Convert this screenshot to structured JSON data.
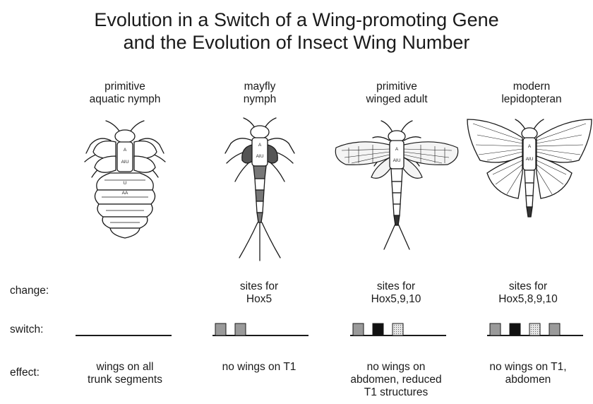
{
  "title_line1": "Evolution in a Switch of a Wing-promoting Gene",
  "title_line2": "and the Evolution of Insect Wing Number",
  "columns": [
    {
      "label_line1": "primitive",
      "label_line2": "aquatic nymph",
      "change_line1": "",
      "change_line2": "",
      "effect_line1": "wings on all",
      "effect_line2": "trunk segments",
      "effect_line3": "",
      "boxes": []
    },
    {
      "label_line1": "mayfly",
      "label_line2": "nymph",
      "change_line1": "sites for",
      "change_line2": "Hox5",
      "effect_line1": "no wings on T1",
      "effect_line2": "",
      "effect_line3": "",
      "boxes": [
        "gray",
        "gray"
      ]
    },
    {
      "label_line1": "primitive",
      "label_line2": "winged adult",
      "change_line1": "sites for",
      "change_line2": "Hox5,9,10",
      "effect_line1": "no wings on",
      "effect_line2": "abdomen, reduced",
      "effect_line3": "T1 structures",
      "boxes": [
        "gray",
        "black",
        "dotted"
      ]
    },
    {
      "label_line1": "modern",
      "label_line2": "lepidopteran",
      "change_line1": "sites for",
      "change_line2": "Hox5,8,9,10",
      "effect_line1": "no wings on T1,",
      "effect_line2": "abdomen",
      "effect_line3": "",
      "boxes": [
        "gray",
        "black",
        "dotted",
        "gray"
      ]
    }
  ],
  "row_labels": {
    "change": "change:",
    "switch": "switch:",
    "effect": "effect:"
  },
  "segment_labels": {
    "thorax_1": "A",
    "thorax_2": "AIU",
    "abd_1": "U",
    "abd_2": "AA"
  },
  "colors": {
    "ink": "#1a1a1a",
    "box_gray": "#9a9a9a",
    "box_black": "#111111",
    "box_dotted": "#e6e6e6"
  }
}
